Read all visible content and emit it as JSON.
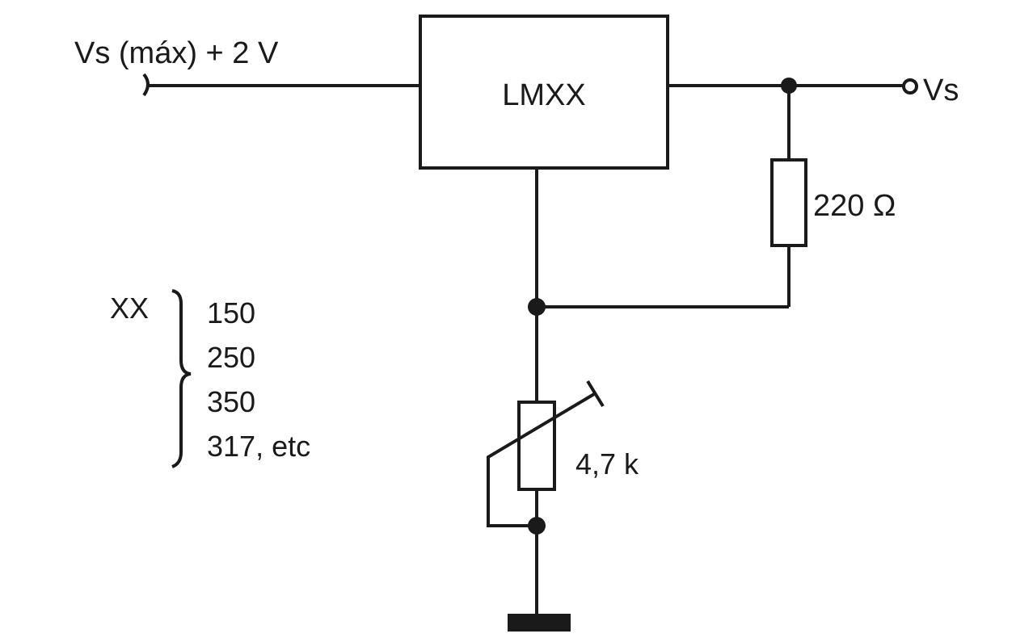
{
  "input_label": "Vs (máx) + 2 V",
  "output_label": "Vs",
  "regulator_label": "LMXX",
  "resistor_label": "220 Ω",
  "pot_label": "4,7 k",
  "xx_label": "XX",
  "xx_options": [
    "150",
    "250",
    "350",
    "317, etc"
  ],
  "colors": {
    "line": "#1a1a1a",
    "background": "#ffffff"
  }
}
